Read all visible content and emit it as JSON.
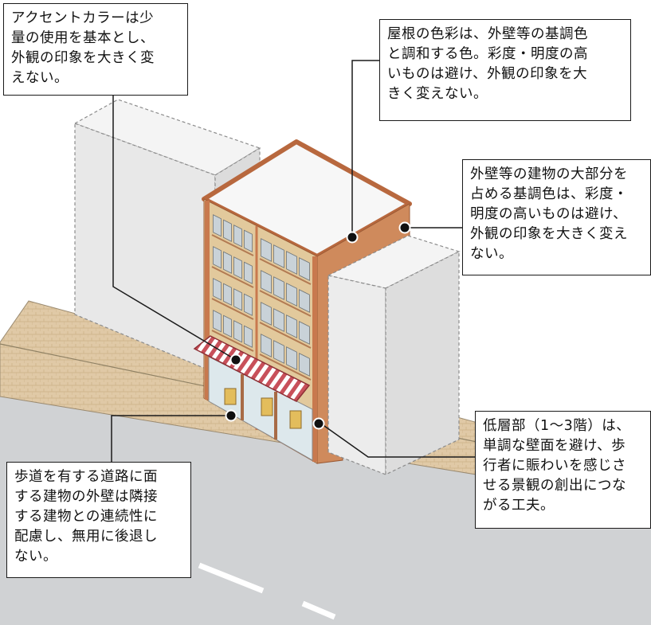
{
  "callouts": {
    "accent": "アクセントカラーは少\n量の使用を基本とし、\n外観の印象を大きく変\nえない。",
    "roof": "屋根の色彩は、外壁等の基調色\nと調和する色。彩度・明度の高\nいものは避け、外観の印象を大\nきく変えない。",
    "wall": "外壁等の建物の大部分を\n占める基調色は、彩度・\n明度の高いものは避け、\n外観の印象を大きく変え\nない。",
    "lower": "低層部（1～3階）は、\n単調な壁面を避け、歩\n行者に賑わいを感じさ\nせる景観の創出につな\nがる工夫。",
    "sidewalk": "歩道を有する道路に面\nする建物の外壁は隣接\nする建物との連続性に\n配慮し、無用に後退し\nない。"
  },
  "colors": {
    "road": "#d0d2d4",
    "sidewalk": "#e0c9a6",
    "facade": "#e2c99c",
    "frame": "#c8794e",
    "side_wall": "#cf8a5c",
    "neighbor": "#ececec",
    "awning": "#c8505a",
    "leader": "#1a1a1a"
  },
  "icons": {
    "roof_marker": "dot-marker",
    "wall_marker": "dot-marker",
    "accent_marker": "dot-marker",
    "lower_marker": "dot-marker",
    "sidewalk_marker": "dot-marker"
  }
}
